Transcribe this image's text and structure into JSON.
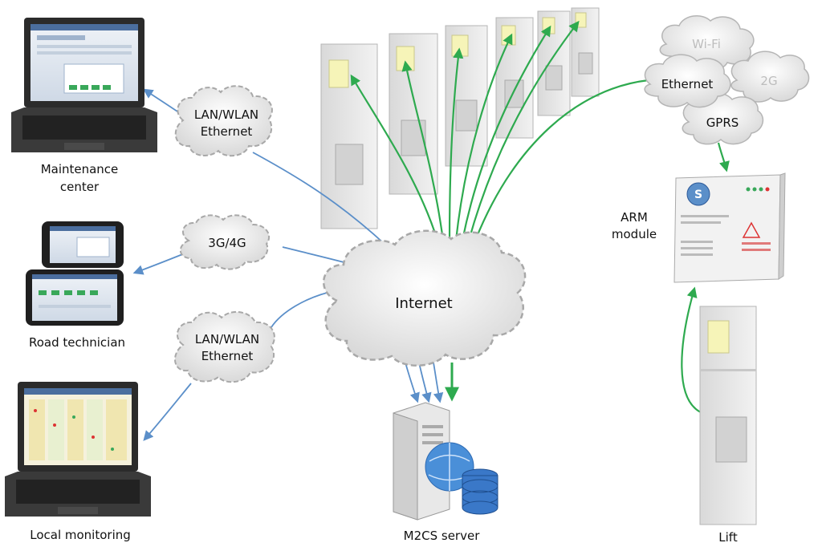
{
  "nodes": {
    "maintenance_center": {
      "line1": "Maintenance",
      "line2": "center"
    },
    "road_technician": "Road technician",
    "local_monitoring": "Local monitoring",
    "server": "M2CS server",
    "arm_module": {
      "line1": "ARM",
      "line2": "module"
    },
    "lift": "Lift"
  },
  "clouds": {
    "lan_wlan_top": {
      "line1": "LAN/WLAN",
      "line2": "Ethernet"
    },
    "cellular": "3G/4G",
    "lan_wlan_bottom": {
      "line1": "LAN/WLAN",
      "line2": "Ethernet"
    },
    "internet": "Internet",
    "wifi": "Wi-Fi",
    "ethernet": "Ethernet",
    "two_g": "2G",
    "gprs": "GPRS"
  },
  "colors": {
    "blue_link": "#5b8fc9",
    "green_link": "#2eaa4f",
    "cloud_fill": "#e6e6e6",
    "cloud_stroke": "#a8a8a8"
  }
}
